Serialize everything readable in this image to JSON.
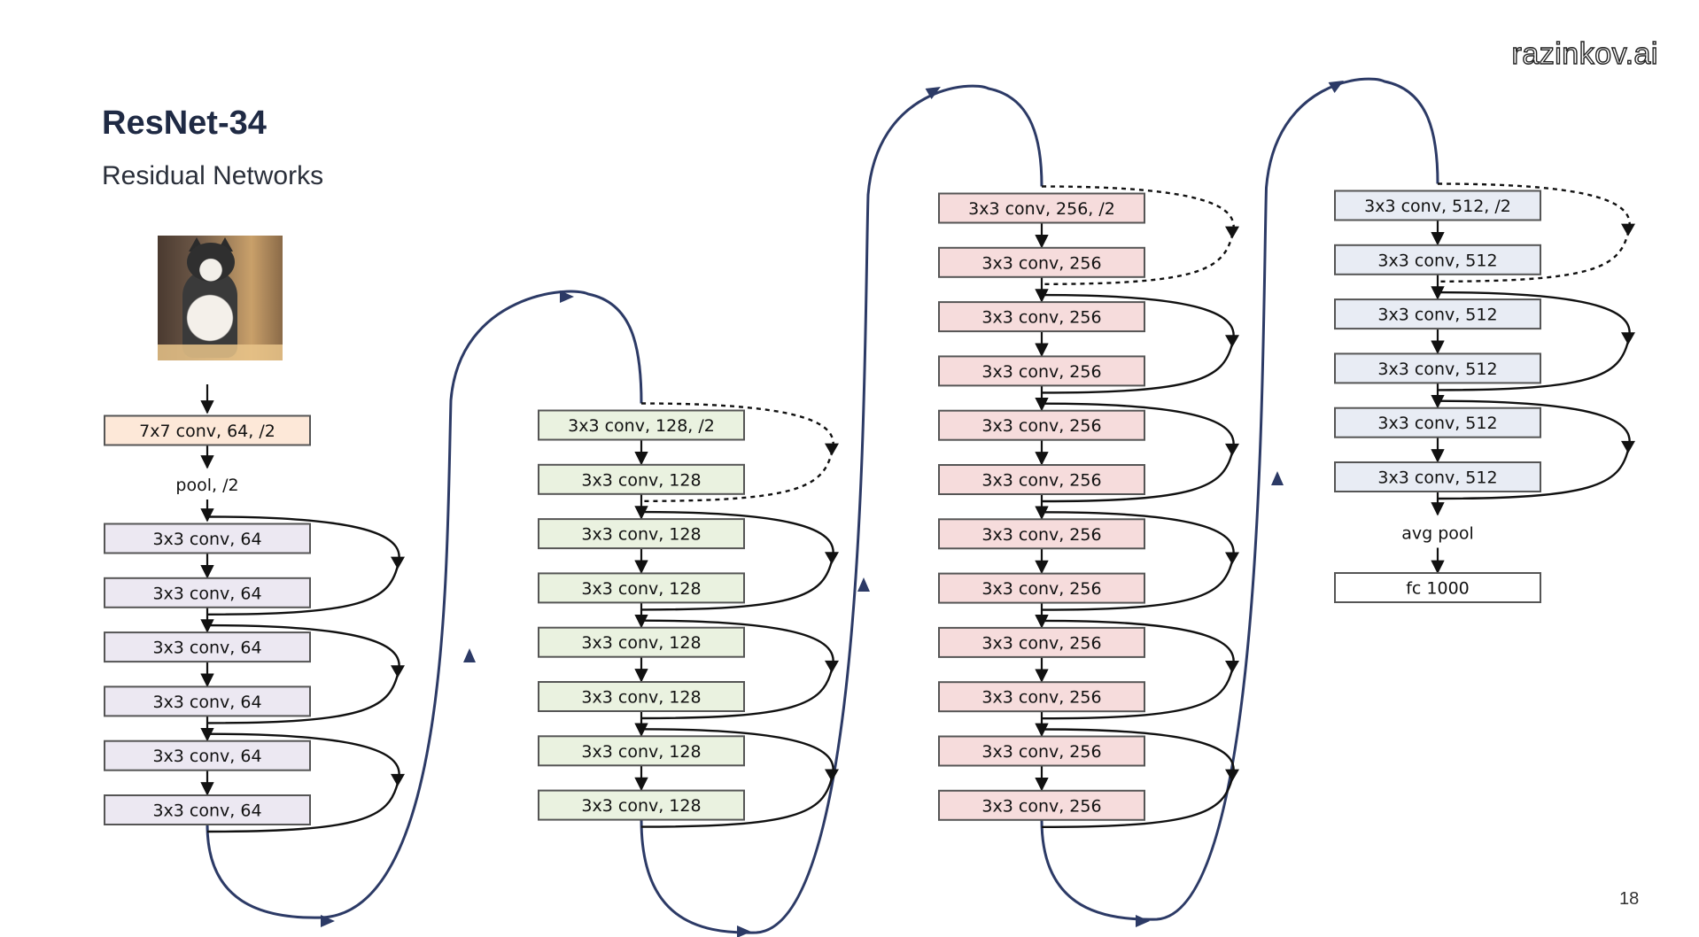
{
  "slide": {
    "title": "ResNet-34",
    "subtitle": "Residual Networks",
    "watermark": "razinkov.ai",
    "page_number": "18"
  },
  "input_image": {
    "description_icon": "cat-photo-icon"
  },
  "colors": {
    "stem": "#fde8d8",
    "stage1": "#ece8f2",
    "stage2": "#eaf2e0",
    "stage3": "#f6dcdc",
    "stage4": "#e8ecf4",
    "fc": "#ffffff",
    "block_border": "#555555",
    "connector": "#2c3a66",
    "arrow": "#111111"
  },
  "labels": {
    "pool": "pool, /2",
    "avg_pool": "avg pool"
  },
  "stem_layer": "7x7 conv, 64, /2",
  "stages": [
    {
      "name": "stage1",
      "layers": [
        "3x3 conv, 64",
        "3x3 conv, 64",
        "3x3 conv, 64",
        "3x3 conv, 64",
        "3x3 conv, 64",
        "3x3 conv, 64"
      ]
    },
    {
      "name": "stage2",
      "layers": [
        "3x3 conv, 128, /2",
        "3x3 conv, 128",
        "3x3 conv, 128",
        "3x3 conv, 128",
        "3x3 conv, 128",
        "3x3 conv, 128",
        "3x3 conv, 128",
        "3x3 conv, 128"
      ]
    },
    {
      "name": "stage3",
      "layers": [
        "3x3 conv, 256, /2",
        "3x3 conv, 256",
        "3x3 conv, 256",
        "3x3 conv, 256",
        "3x3 conv, 256",
        "3x3 conv, 256",
        "3x3 conv, 256",
        "3x3 conv, 256",
        "3x3 conv, 256",
        "3x3 conv, 256",
        "3x3 conv, 256",
        "3x3 conv, 256"
      ]
    },
    {
      "name": "stage4",
      "layers": [
        "3x3 conv, 512, /2",
        "3x3 conv, 512",
        "3x3 conv, 512",
        "3x3 conv, 512",
        "3x3 conv, 512",
        "3x3 conv, 512"
      ]
    }
  ],
  "fc_layer": "fc 1000"
}
